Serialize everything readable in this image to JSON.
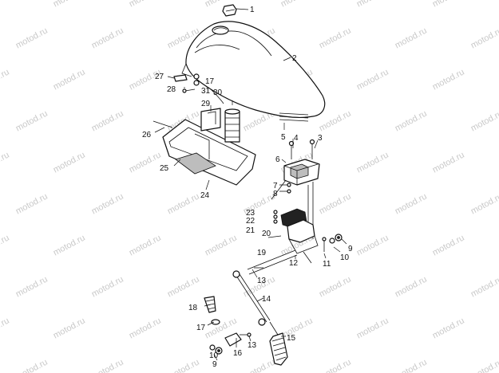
{
  "watermark": "motod.ru",
  "callouts": [
    {
      "id": "1",
      "text": "1"
    },
    {
      "id": "2",
      "text": "2"
    },
    {
      "id": "3",
      "text": "3"
    },
    {
      "id": "4",
      "text": "4"
    },
    {
      "id": "5",
      "text": "5"
    },
    {
      "id": "6",
      "text": "6"
    },
    {
      "id": "7",
      "text": "7"
    },
    {
      "id": "8",
      "text": "8"
    },
    {
      "id": "9a",
      "text": "9"
    },
    {
      "id": "10a",
      "text": "10"
    },
    {
      "id": "11",
      "text": "11"
    },
    {
      "id": "12",
      "text": "12"
    },
    {
      "id": "13a",
      "text": "13"
    },
    {
      "id": "14",
      "text": "14"
    },
    {
      "id": "15",
      "text": "15"
    },
    {
      "id": "16",
      "text": "16"
    },
    {
      "id": "17b",
      "text": "17"
    },
    {
      "id": "18",
      "text": "18"
    },
    {
      "id": "13b",
      "text": "13"
    },
    {
      "id": "10b",
      "text": "10"
    },
    {
      "id": "9b",
      "text": "9"
    },
    {
      "id": "19",
      "text": "19"
    },
    {
      "id": "20",
      "text": "20"
    },
    {
      "id": "21",
      "text": "21"
    },
    {
      "id": "22",
      "text": "22"
    },
    {
      "id": "23",
      "text": "23"
    },
    {
      "id": "24",
      "text": "24"
    },
    {
      "id": "25",
      "text": "25"
    },
    {
      "id": "26",
      "text": "26"
    },
    {
      "id": "27",
      "text": "27"
    },
    {
      "id": "28",
      "text": "28"
    },
    {
      "id": "29",
      "text": "29"
    },
    {
      "id": "30",
      "text": "30"
    },
    {
      "id": "31",
      "text": "31"
    },
    {
      "id": "17a",
      "text": "17"
    }
  ]
}
